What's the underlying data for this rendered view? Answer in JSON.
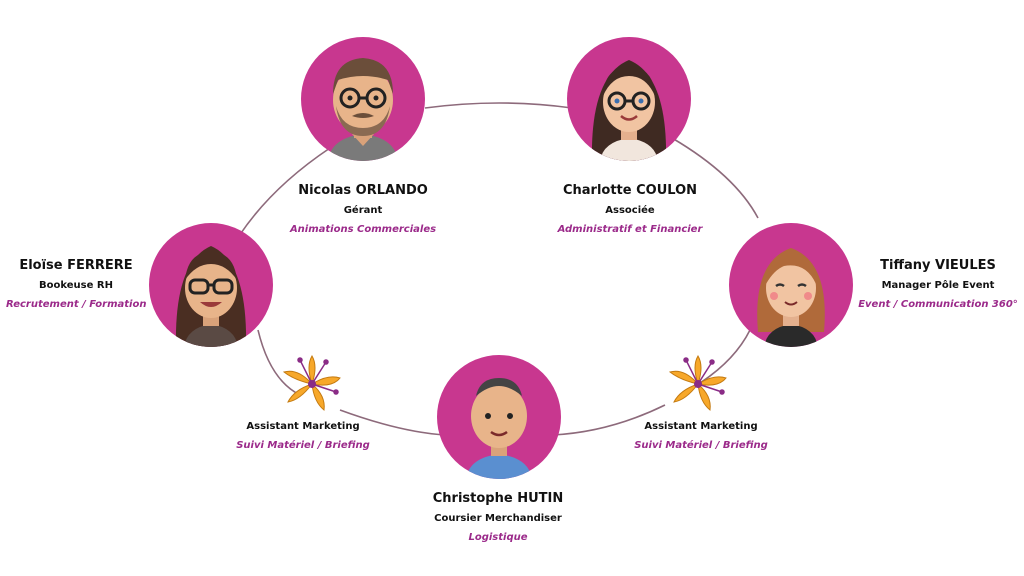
{
  "colors": {
    "accent_circle": "#c8378f",
    "ring_stroke": "#8d6a7b",
    "department_text": "#9b2a8a",
    "flower_petal": "#f7a82a",
    "flower_center": "#8a2c86"
  },
  "members": [
    {
      "id": "nicolas",
      "name": "Nicolas ORLANDO",
      "role": "Gérant",
      "department": "Animations Commerciales"
    },
    {
      "id": "charlotte",
      "name": "Charlotte COULON",
      "role": "Associée",
      "department": "Administratif et Financier"
    },
    {
      "id": "eloise",
      "name": "Eloïse FERRERE",
      "role": "Bookeuse RH",
      "department": "Recrutement / Formation"
    },
    {
      "id": "tiffany",
      "name": "Tiffany VIEULES",
      "role": "Manager Pôle Event",
      "department": "Event / Communication 360°"
    },
    {
      "id": "christophe",
      "name": "Christophe HUTIN",
      "role": "Coursier Merchandiser",
      "department": "Logistique"
    }
  ],
  "assistants": [
    {
      "role": "Assistant Marketing",
      "department": "Suivi Matériel / Briefing",
      "icon": "flower-icon"
    },
    {
      "role": "Assistant Marketing",
      "department": "Suivi Matériel / Briefing",
      "icon": "flower-icon"
    }
  ]
}
